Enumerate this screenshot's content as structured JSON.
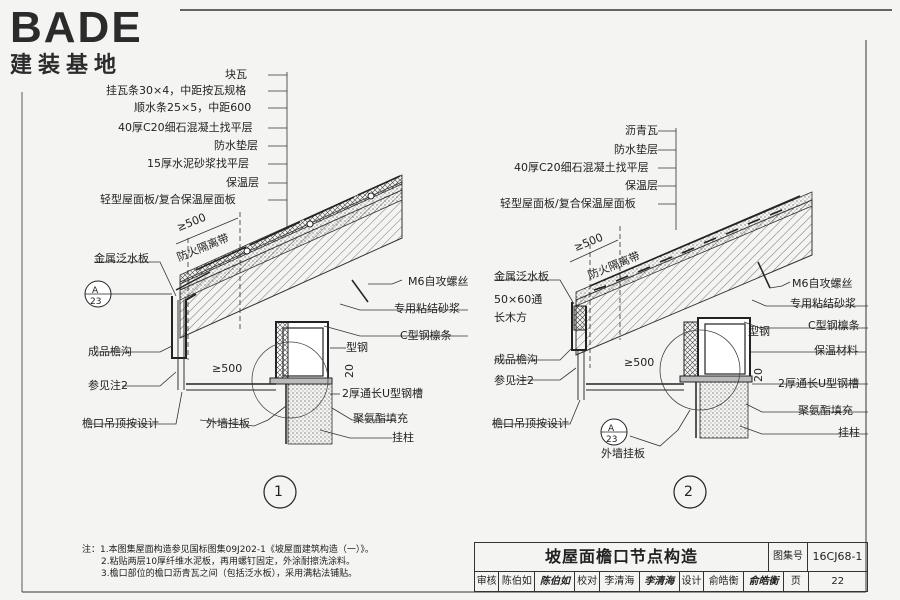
{
  "logo": {
    "brand": "BADE",
    "sub": "建装基地"
  },
  "left_labels_top": [
    "块瓦",
    "挂瓦条30×4，中距按瓦规格",
    "顺水条25×5，中距600",
    "40厚C20细石混凝土找平层",
    "防水垫层",
    "15厚水泥砂浆找平层",
    "保温层",
    "轻型屋面板/复合保温屋面板"
  ],
  "right_labels_top": [
    "沥青瓦",
    "防水垫层",
    "40厚C20细石混凝土找平层",
    "保温层",
    "轻型屋面板/复合保温屋面板"
  ],
  "d1": {
    "fire_zone": "防火隔离带",
    "dim_500": "≥500",
    "dim_500b": "≥500",
    "dim_20": "20",
    "flashing": "金属泛水板",
    "gutter": "成品檐沟",
    "note_ref": "参见注2",
    "soffit": "檐口吊顶按设计",
    "wall_panel": "外墙挂板",
    "screw": "M6自攻螺丝",
    "mortar": "专用粘结砂浆",
    "purlin": "C型钢檩条",
    "steel": "型钢",
    "channel": "2厚通长U型钢槽",
    "filler": "聚氨酯填充",
    "column": "挂柱",
    "ref_a": "A",
    "ref_num": "23",
    "number": "1"
  },
  "d2": {
    "fire_zone": "防火隔离带",
    "dim_500": "≥500",
    "dim_500b": "≥500",
    "dim_20": "20",
    "flashing": "金属泛水板",
    "timber": "50×60通",
    "timber2": "长木方",
    "gutter": "成品檐沟",
    "note_ref": "参见注2",
    "soffit": "檐口吊顶按设计",
    "wall_panel": "外墙挂板",
    "screw": "M6自攻螺丝",
    "mortar": "专用粘结砂浆",
    "purlin": "C型钢檩条",
    "steel": "型钢",
    "insulation": "保温材料",
    "channel": "2厚通长U型钢槽",
    "filler": "聚氨酯填充",
    "column": "挂柱",
    "ref_a": "A",
    "ref_num": "23",
    "number": "2"
  },
  "notes": [
    "注：1.本图集屋面构造参见国标图集09J202-1《坡屋面建筑构造（一）》。",
    "2.粘贴两层10厚纤维水泥板，再用螺钉固定，外涂耐擦洗涂料。",
    "3.檐口部位的檐口沥青瓦之间（包括泛水板），采用满粘法铺贴。"
  ],
  "title_block": {
    "title": "坡屋面檐口节点构造",
    "set_label": "图集号",
    "set_number": "16CJ68-1",
    "review_label": "审核",
    "review_name": "陈伯如",
    "review_sig": "陈伯如",
    "check_label": "校对",
    "check_name": "李清海",
    "check_sig": "李清海",
    "design_label": "设计",
    "design_name": "俞皓衡",
    "design_sig": "俞皓衡",
    "page_label": "页",
    "page_number": "22"
  }
}
